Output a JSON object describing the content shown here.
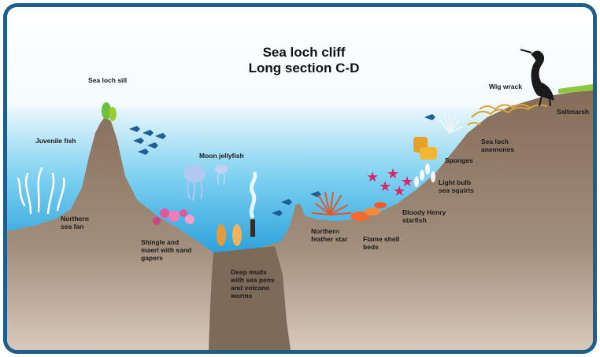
{
  "title": {
    "line1": "Sea loch cliff",
    "line2": "Long section C-D"
  },
  "labels": {
    "sea_loch_sill": "Sea loch sill",
    "juvenile_fish": "Juvenile fish",
    "moon_jellyfish": "Moon jellyfish",
    "northern_sea_fan": "Northern\nsea fan",
    "shingle_maerl": "Shingle and\nmaerl with sand\ngapers",
    "deep_muds": "Deep muds\nwith sea pens\nand volcano\nworms",
    "northern_feather_star": "Northern\nfeather star",
    "flame_shell_beds": "Flame shell\nbeds",
    "bloody_henry": "Bloody Henry\nstarfish",
    "light_bulb": "Light bulb\nsea squirts",
    "sponges": "Sponges",
    "sea_loch_anemones": "Sea loch\nanemones",
    "wig_wrack": "Wig wrack",
    "saltmarsh": "Saltmarsh"
  },
  "colors": {
    "frame": "#1f5d8a",
    "water_top": "#e6f5fb",
    "water_bottom": "#2fa6df",
    "rock_top": "#8a7562",
    "rock_bottom": "#c9b6a6",
    "shore": "#7c6a58"
  }
}
